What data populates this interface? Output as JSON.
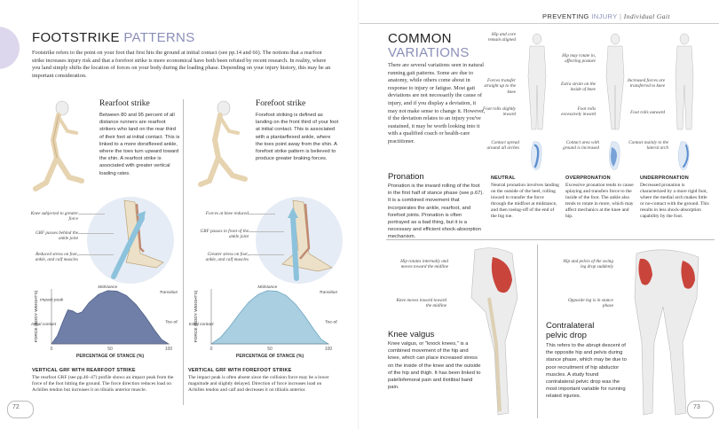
{
  "header": {
    "section": "PREVENTING",
    "section_light": "INJURY",
    "subsection": "Individual Gait"
  },
  "left": {
    "title_dark": "FOOTSTRIKE",
    "title_light": "PATTERNS",
    "intro": "Footstrike refers to the point on your foot that first hits the ground at initial contact (see pp.14 and 66). The notions that a rearfoot strike increases injury risk and that a forefoot strike is more economical have both been refuted by recent research. In reality, where you land simply shifts the location of forces on your body during the loading phase. Depending on your injury history, this may be an important consideration.",
    "rearfoot": {
      "heading": "Rearfoot strike",
      "text": "Between 80 and 95 percent of all distance runners are rearfoot strikers who land on the rear third of their foot at initial contact. This is linked to a more dorsiflexed ankle, where the toes turn upward toward the shin. A rearfoot strike is associated with greater vertical loading rates.",
      "callouts": [
        "Knee subjected to greater force",
        "GRF passes behind the ankle joint",
        "Reduced stress on foot, ankle, and calf muscles"
      ]
    },
    "forefoot": {
      "heading": "Forefoot strike",
      "text": "Forefoot striking is defined as landing on the front third of your foot at initial contact. This is associated with a plantarflexed ankle, where the toes point away from the shin. A forefoot strike pattern is believed to produce greater braking forces.",
      "callouts": [
        "Forces at knee reduced",
        "GRF passes in front of the ankle joint",
        "Greater stress on foot, ankle, and calf muscles"
      ]
    },
    "chart_rear": {
      "caption_head": "VERTICAL GRF WITH REARFOOT STRIKE",
      "caption": "The rearfoot GRF (see pp.46–47) profile shows an impact peak from the force of the foot hitting the ground. The force direction reduces load on Achilles tendon but increases it on tibialis anterior muscle."
    },
    "chart_fore": {
      "caption_head": "VERTICAL GRF WITH FOREFOOT STRIKE",
      "caption": "The impact peak is often absent since the collision force may be a lower magnitude and slightly delayed. Direction of force increases load on Achilles tendon and calf and decreases it on tibialis anterior."
    },
    "page_number": "72"
  },
  "chart_data": [
    {
      "type": "area",
      "title": "VERTICAL GRF WITH REARFOOT STRIKE",
      "xlabel": "PERCENTAGE OF STANCE (%)",
      "ylabel": "FORCE (BODY WEIGHTS)",
      "x_ticks": [
        0,
        50,
        100
      ],
      "xlim": [
        0,
        100
      ],
      "ylim": [
        0,
        1
      ],
      "grid": false,
      "x": [
        0,
        5,
        10,
        14,
        18,
        22,
        26,
        32,
        40,
        48,
        56,
        64,
        72,
        80,
        88,
        94,
        100
      ],
      "values": [
        0.0,
        0.15,
        0.42,
        0.62,
        0.6,
        0.55,
        0.58,
        0.75,
        0.9,
        0.97,
        0.96,
        0.88,
        0.72,
        0.5,
        0.25,
        0.08,
        0.0
      ],
      "annotations": [
        "Midstance",
        "Impact peak",
        "Initial contact",
        "Transition to toe-off",
        "Toe-off"
      ]
    },
    {
      "type": "area",
      "title": "VERTICAL GRF WITH FOREFOOT STRIKE",
      "xlabel": "PERCENTAGE OF STANCE (%)",
      "ylabel": "FORCE (BODY WEIGHTS)",
      "x_ticks": [
        0,
        50,
        100
      ],
      "xlim": [
        0,
        100
      ],
      "ylim": [
        0,
        1
      ],
      "grid": false,
      "x": [
        0,
        8,
        16,
        24,
        32,
        40,
        48,
        56,
        64,
        72,
        80,
        88,
        94,
        100
      ],
      "values": [
        0.0,
        0.12,
        0.32,
        0.55,
        0.76,
        0.9,
        0.97,
        0.96,
        0.88,
        0.72,
        0.5,
        0.25,
        0.08,
        0.0
      ],
      "annotations": [
        "Midstance",
        "Initial contact",
        "Transition to toe-off",
        "Toe-off"
      ]
    }
  ],
  "right": {
    "title_dark": "COMMON",
    "title_light": "VARIATIONS",
    "intro": "There are several variations seen in natural running gait patterns. Some are due to anatomy, while others come about in response to injury or fatigue. Most gait deviations are not necessarily the cause of injury, and if you display a deviation, it may not make sense to change it. However, if the deviation relates to an injury you've sustained, it may be worth looking into it with a qualified coach or health-care practitioner.",
    "figure_callouts": [
      "Hip and core remain aligned",
      "Hip may rotate in, affecting posture",
      "Forces transfer straight up to the knee",
      "Extra strain on the inside of knee",
      "Increased forces are transferred to knee",
      "Foot rolls slightly inward",
      "Foot rolls excessively inward",
      "Foot rolls outward",
      "Contact spread around all arches",
      "Contact area with ground is increased",
      "Contact mainly to the lateral arch"
    ],
    "pronation": {
      "heading": "Pronation",
      "text": "Pronation is the inward rolling of the foot in the first half of stance phase (see p.67). It is a combined movement that incorporates the ankle, rearfoot, and forefoot joints. Pronation is often portrayed as a bad thing, but it is a necessary and efficient shock-absorption mechanism."
    },
    "neutral": {
      "heading": "NEUTRAL",
      "text": "Neutral pronation involves landing on the outside of the heel, rolling inward to transfer the force through the midfoot at midstance, and then toeing-off of the end of the big toe."
    },
    "overpronation": {
      "heading": "OVERPRONATION",
      "text": "Excessive pronation tends to cause splaying and transfers force to the inside of the foot. The ankle also tends to rotate in more, which may affect mechanics at the knee and hip."
    },
    "underpronation": {
      "heading": "UNDERPRONATION",
      "text": "Decreased pronation is characterized by a more rigid foot, where the medial arch makes little or no-contact with the ground. This results in less shock-absorption capability by the foot."
    },
    "knee_callouts": [
      "Hip rotates internally and moves toward the midline",
      "Knee moves inward toward the midline"
    ],
    "knee_valgus": {
      "heading": "Knee valgus",
      "text": "Knee valgus, or \"knock knees,\" is a combined movement of the hip and knee, which can place increased stress on the inside of the knee and the outside of the hip and thigh. It has been linked to patellofemoral pain and iliotibial band pain."
    },
    "pelvic_callouts": [
      "Hip and pelvis of the swing leg drop suddenly",
      "Opposite leg is in stance phase"
    ],
    "pelvic_drop": {
      "heading": "Contralateral pelvic drop",
      "text": "This refers to the abrupt descent of the opposite hip and pelvis during stance phase, which may be due to poor recruitment of hip abductor muscles. A study found contralateral pelvic drop was the most important variable for running related injuries."
    },
    "page_number": "73"
  },
  "colors": {
    "accent": "#8a8fb8",
    "curve_rear": "#6f7fa8",
    "curve_fore": "#a9cfe0",
    "arrow_blue": "#8cc2dc",
    "foot_blue": "#5d8fd0",
    "muscle_red": "#c9453c"
  }
}
